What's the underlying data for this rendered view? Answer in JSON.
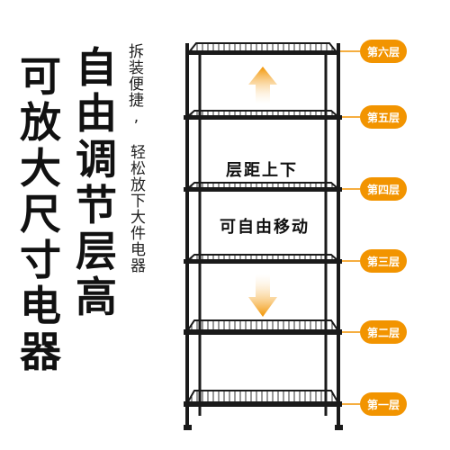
{
  "headline_left": [
    "可",
    "放",
    "大",
    "尺",
    "寸",
    "电",
    "器"
  ],
  "headline_right": [
    "自",
    "由",
    "调",
    "节",
    "层",
    "高"
  ],
  "sub_top": [
    "拆",
    "装",
    "便",
    "捷",
    ","
  ],
  "sub_bottom": [
    "轻",
    "松",
    "放",
    "下",
    "大",
    "件",
    "电",
    "器"
  ],
  "middle_text_1": "层距上下",
  "middle_text_2": "可自由移动",
  "layers": [
    "第六层",
    "第五层",
    "第四层",
    "第三层",
    "第二层",
    "第一层"
  ],
  "colors": {
    "accent": "#f29400",
    "frame": "#1a1a1a"
  }
}
